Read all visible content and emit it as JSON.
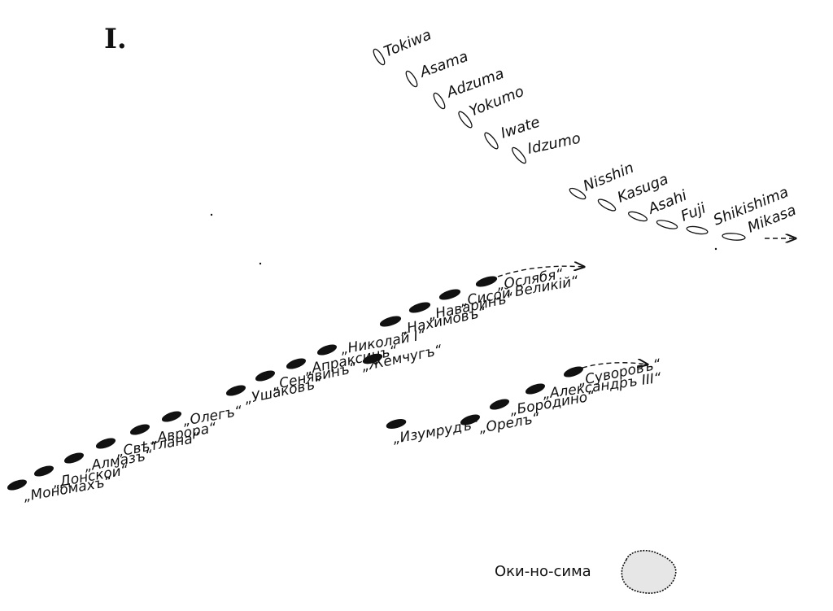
{
  "figure": {
    "title": "I.",
    "colors": {
      "ink": "#111111",
      "paper": "#ffffff",
      "island_fill": "#e6e6e6"
    }
  },
  "japanese_fleet": {
    "cruiser_division": [
      "Tokiwa",
      "Asama",
      "Adzuma",
      "Yokumo",
      "Iwate",
      "Idzumo"
    ],
    "battle_division": [
      "Nisshin",
      "Kasuga",
      "Asahi",
      "Fuji",
      "Shikishima",
      "Mikasa"
    ]
  },
  "russian_fleet": {
    "column_line": [
      "„Ослябя“",
      "„Сисой Великій“",
      "„Наваринъ“",
      "„Нахимовъ“",
      "„Николай I“",
      "„Жемчугъ“",
      "„Апраксинъ“",
      "„Сенявинъ“",
      "„Ушаковъ“",
      "„Олегъ“",
      "„Аврора“",
      "„Свѣтлана“",
      "„Алмазъ“",
      "„Донской“",
      "„Мономахъ“"
    ],
    "lead_division": [
      "„Суворовъ“",
      "„Александръ III“",
      "„Бородино“",
      "„Орелъ“",
      "„Изумрудъ“"
    ]
  },
  "island": {
    "label": "Оки-но-сима"
  }
}
